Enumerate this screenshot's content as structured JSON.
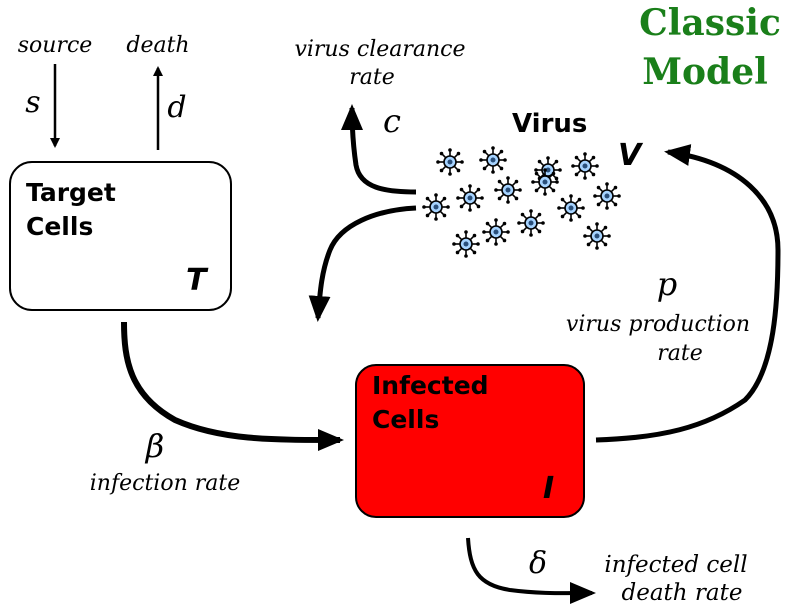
{
  "title": {
    "line1": "Classic",
    "line2": "Model",
    "color": "#1a7f1a"
  },
  "target_box": {
    "line1": "Target",
    "line2": "Cells",
    "symbol": "T",
    "fill": "#ffffff",
    "stroke": "#000000"
  },
  "infected_box": {
    "line1": "Infected",
    "line2": "Cells",
    "symbol": "I",
    "fill": "#ff0000",
    "stroke": "#000000"
  },
  "virus": {
    "label": "Virus",
    "symbol": "V",
    "particle_fill": "#a6d3ff",
    "particle_count": 14
  },
  "source": {
    "label": "source",
    "symbol": "s"
  },
  "death": {
    "label": "death",
    "symbol": "d"
  },
  "clearance": {
    "line1": "virus clearance",
    "line2": "rate",
    "symbol": "c"
  },
  "production": {
    "symbol": "p",
    "line1": "virus production",
    "line2": "rate"
  },
  "infection": {
    "symbol": "β",
    "label": "infection rate"
  },
  "infected_death": {
    "symbol": "δ",
    "line1": "infected cell",
    "line2": "death rate"
  }
}
